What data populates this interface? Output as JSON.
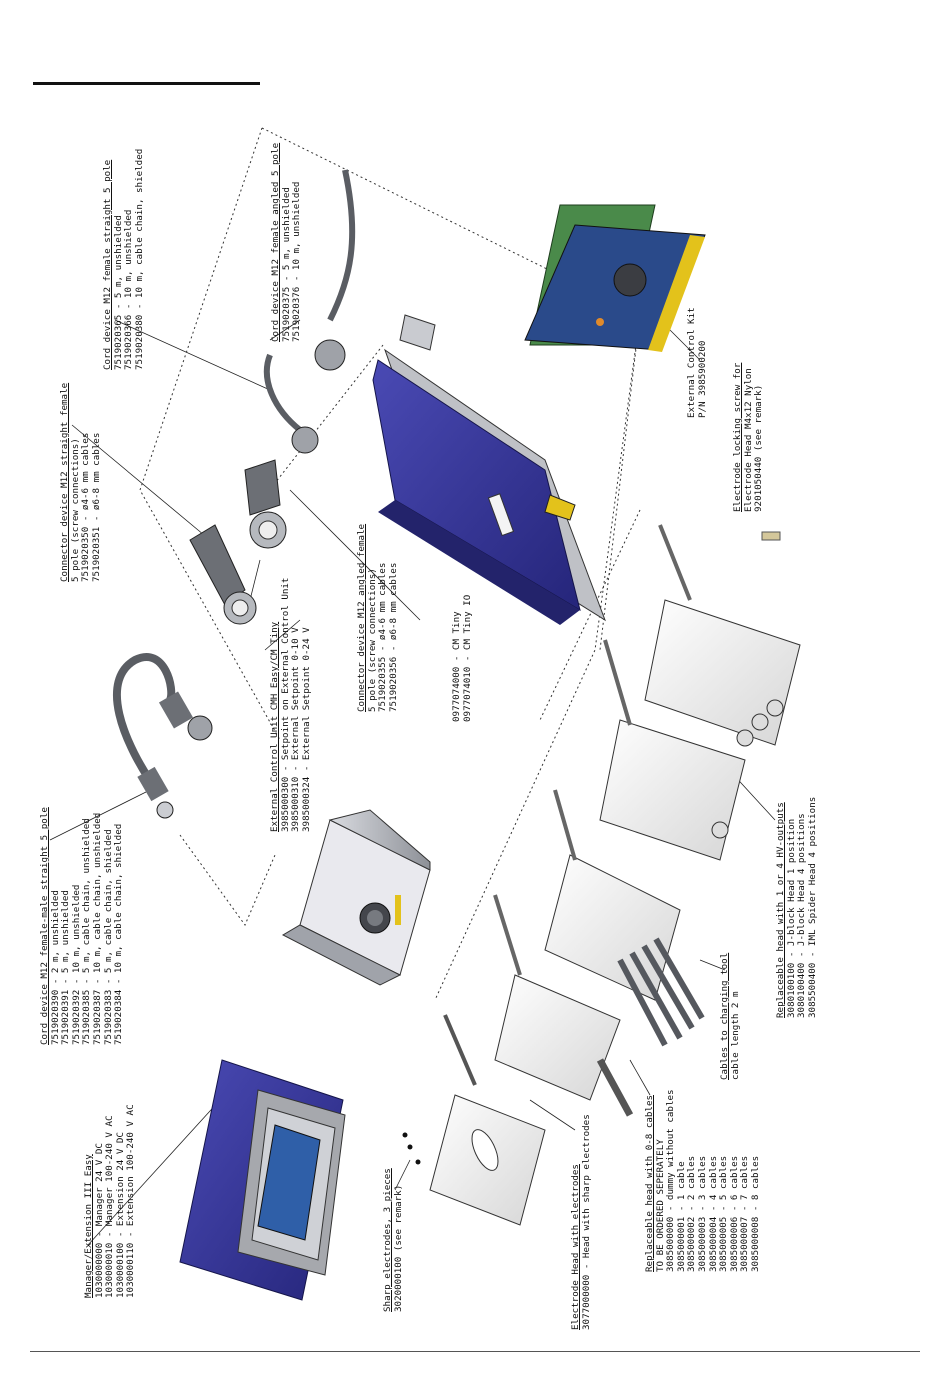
{
  "manager": {
    "title": "Manager/Extension III Easy",
    "rows": [
      "1030000000 - Manager 24 V DC",
      "1030000010 - Manager 100-240 V AC",
      "1030000100 - Extension 24 V DC",
      "1030000110 - Extension 100-240 V AC"
    ]
  },
  "cord_straight": {
    "title": "Cord device M12 female-male straight 5 pole",
    "rows": [
      "7519020390 - 2 m, unshielded",
      "7519020391 - 5 m, unshielded",
      "7519020392 - 10 m, unshielded",
      "7519020385 - 5 m, cable chain, unshielded",
      "7519020387 - 10 m, cable chain, unshielded",
      "7519020383 - 5 m, cable chain, shielded",
      "7519020384 - 10 m, cable chain, shielded"
    ]
  },
  "sharp_electrodes": {
    "title": "Sharp electrodes, 3 pieces",
    "rows": [
      "3020000100 (see remark)"
    ]
  },
  "electrode_head": {
    "title": "Electrode Head with electrodes",
    "rows": [
      "3077000000 - Head with sharp electrodes"
    ]
  },
  "replaceable_cables": {
    "title": "Replaceable head with 0-8 cables",
    "subtitle": "TO BE ORDERED SEPERATELY",
    "rows": [
      "3085000000 - dummy without cables",
      "3085000001 - 1 cable",
      "3085000002 - 2 cables",
      "3085000003 - 3 cables",
      "3085000004 - 4 cables",
      "3085000005 - 5 cables",
      "3085000006 - 6 cables",
      "3085000007 - 7 cables",
      "3085000008 - 8 cables"
    ]
  },
  "external_control_unit": {
    "title": "External Control Unit CMH Easy/CM Tiny",
    "rows": [
      "3985000300 - Setpoint on External Control Unit",
      "3985000310 - External Setpoint 0-10 V",
      "3985000324 - External Setpoint 0-24 V"
    ]
  },
  "cables_charging": {
    "title": "Cables to charging tool",
    "rows": [
      "cable length 2 m"
    ]
  },
  "replaceable_hv": {
    "title": "Replaceable head with 1 or 4 HV-outputs",
    "rows": [
      "3080100100 - J-block Head 1 position",
      "3080100400 - J-block Head 4 positions",
      "3085500400 - IML Spider Head 4 positions"
    ]
  },
  "connector_angled": {
    "title": "Connector device M12 angled female",
    "subtitle": "5 pole (screw connections)",
    "rows": [
      "7519020355 - ø4-6 mm cables",
      "7519020356 - ø6-8 mm cables"
    ]
  },
  "cm_tiny": {
    "rows": [
      "0977074000 - CM Tiny",
      "0977074010 - CM Tiny IO"
    ]
  },
  "connector_straight": {
    "title": "Connector device M12 straight female",
    "subtitle": "5 pole (screw connections)",
    "rows": [
      "7519020350 - ø4-6 mm cables",
      "7519020351 - ø6-8 mm cables"
    ]
  },
  "cord_straight_female": {
    "title": "Cord device M12 female straight 5 pole",
    "rows": [
      "7519020365 - 5 m, unshielded",
      "7519020366 - 10 m, unshielded",
      "7519020380 - 10 m, cable chain, shielded"
    ]
  },
  "cord_angled_female": {
    "title": "Cord device M12 female angled 5 pole",
    "rows": [
      "7519020375 - 5 m, unshielded",
      "7519020376 - 10 m, unshielded"
    ]
  },
  "external_control_kit": {
    "title": "External Control Kit",
    "rows": [
      "P/N 3985900200"
    ]
  },
  "locking_screw": {
    "title": "Electrode locking screw for",
    "rows": [
      "Electrode Head M4x12 Nylon",
      "9201050440 (see remark)"
    ]
  },
  "colors": {
    "housing_blue": "#3a3a9a",
    "housing_dark": "#23236b",
    "panel_blue": "#2a4a8a",
    "accent_yellow": "#e3c21b",
    "grey_metal": "#a9acb2",
    "cable_grey": "#5a5d63",
    "pcb_green": "#4a8a4a"
  },
  "icons": [
    "manager-device-icon",
    "cord-icon",
    "connector-icon",
    "control-unit-icon",
    "cm-tiny-icon",
    "electrode-head-icon",
    "cable-bundle-icon",
    "hv-head-icon",
    "control-kit-icon",
    "screw-icon"
  ]
}
